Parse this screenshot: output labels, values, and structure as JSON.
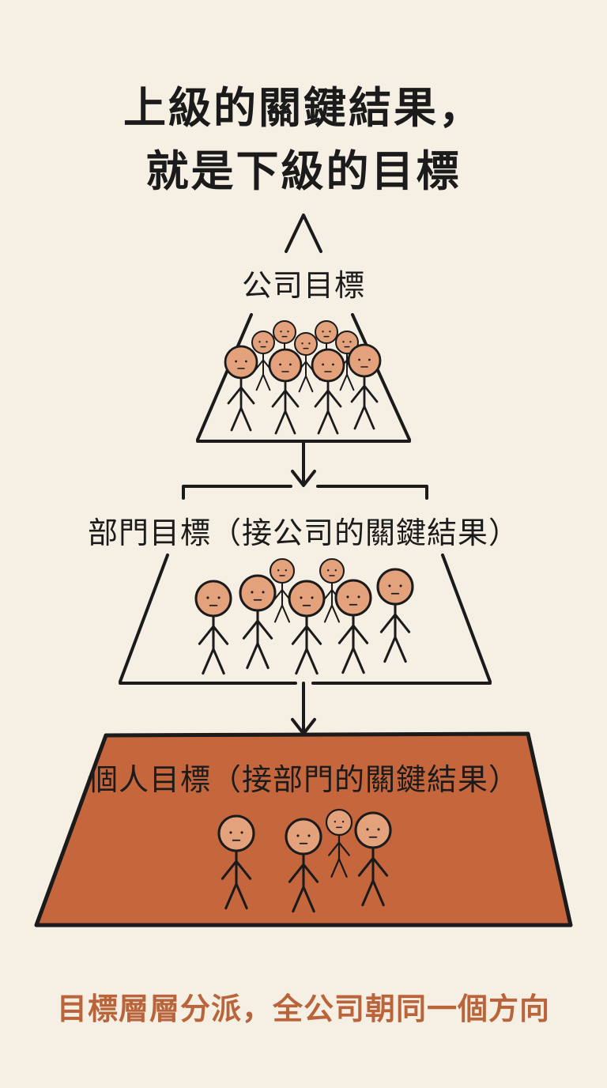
{
  "title": {
    "line1": "上級的關鍵結果，",
    "line2": "就是下級的目標"
  },
  "tiers": [
    {
      "label": "公司目標"
    },
    {
      "label": "部門目標（接公司的關鍵結果）"
    },
    {
      "label": "個人目標（接部門的關鍵結果）"
    }
  ],
  "footer": "目標層層分派，全公司朝同一個方向",
  "colors": {
    "background": "#f6f0e4",
    "ink": "#1b1b1b",
    "figure_skin": "#e3a27b",
    "base_fill": "#c5663d",
    "footer_text": "#b9643a"
  }
}
